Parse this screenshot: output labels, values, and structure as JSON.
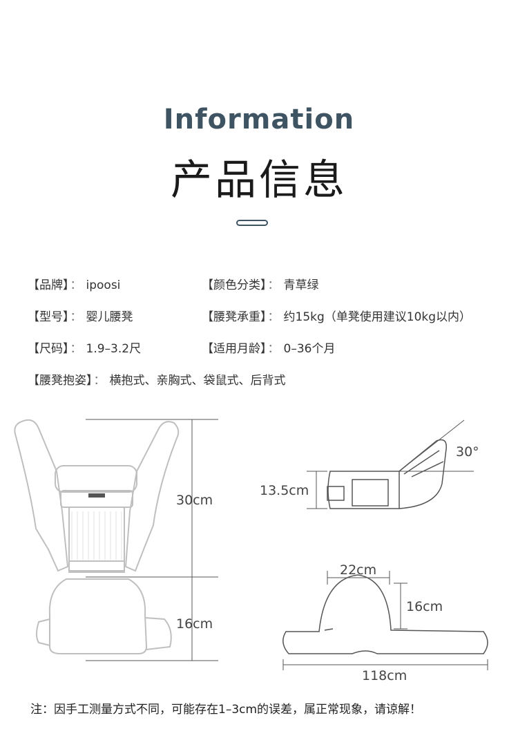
{
  "header": {
    "title_en": "Information",
    "title_cn": "产品信息"
  },
  "specs": {
    "brand_label": "【品牌】",
    "brand_value": "ipoosi",
    "color_label": "【颜色分类】",
    "color_value": "青草绿",
    "model_label": "【型号】",
    "model_value": "婴儿腰凳",
    "load_label": "【腰凳承重】",
    "load_value": "约15kg（单凳使用建议10kg以内）",
    "size_label": "【尺码】",
    "size_value": "1.9–3.2尺",
    "age_label": "【适用月龄】",
    "age_value": "0–36个月",
    "pose_label": "【腰凳抱姿】",
    "pose_value": "横抱式、亲胸式、袋鼠式、后背式",
    "colon": "："
  },
  "dimensions": {
    "upper_height": "30cm",
    "lower_height": "16cm",
    "seat_height": "13.5cm",
    "seat_angle": "30°",
    "top_width": "22cm",
    "bump_height": "16cm",
    "belt_length": "118cm"
  },
  "footer": {
    "note": "注：因手工测量方式不同，可能存在1–3cm的误差，属正常现象，请谅解！"
  },
  "colors": {
    "title_accent": "#3e5462",
    "line": "#555555",
    "carrier_outline": "#bfbfbf"
  }
}
